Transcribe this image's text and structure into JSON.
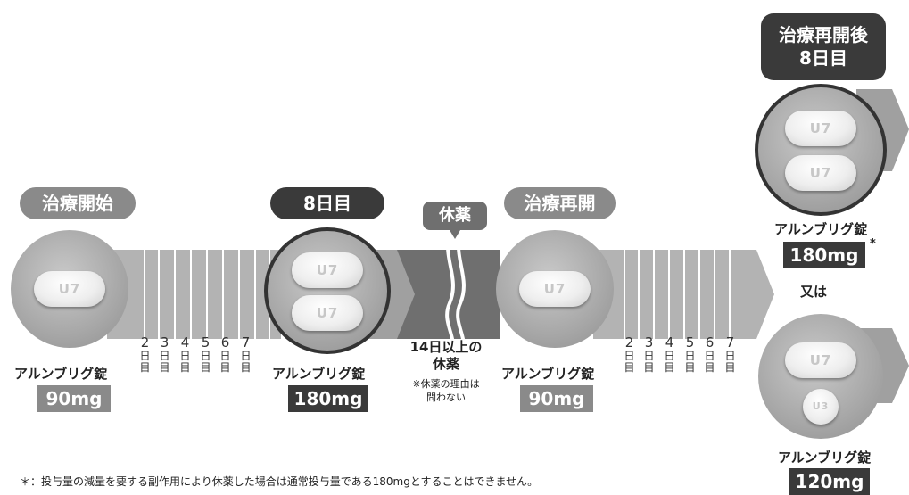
{
  "phases": {
    "start": "治療開始",
    "day8": "8日目",
    "rest": "休薬",
    "resume": "治療再開",
    "after_resume_line1": "治療再開後",
    "after_resume_line2": "8日目"
  },
  "tablet_imprints": {
    "large": "U7",
    "small": "U3"
  },
  "drug_name": "アルンブリグ錠",
  "doses": {
    "d90": "90mg",
    "d180": "180mg",
    "d120": "120mg"
  },
  "day_numbers": [
    "2",
    "3",
    "4",
    "5",
    "6",
    "7"
  ],
  "day_unit": "日目",
  "rest_period": {
    "line1": "14日以上の",
    "line2": "休薬",
    "note1": "※休薬の理由は",
    "note2": "問わない"
  },
  "asterisk": "*",
  "or_label": "又は",
  "footnote": "＊：投与量の減量を要する副作用により休薬した場合は通常投与量である180mgとすることはできません。",
  "colors": {
    "dark": "#3a3a3a",
    "light": "#8a8a8a",
    "band": "#b0b0b0",
    "rest_band": "#6f6f6f"
  }
}
